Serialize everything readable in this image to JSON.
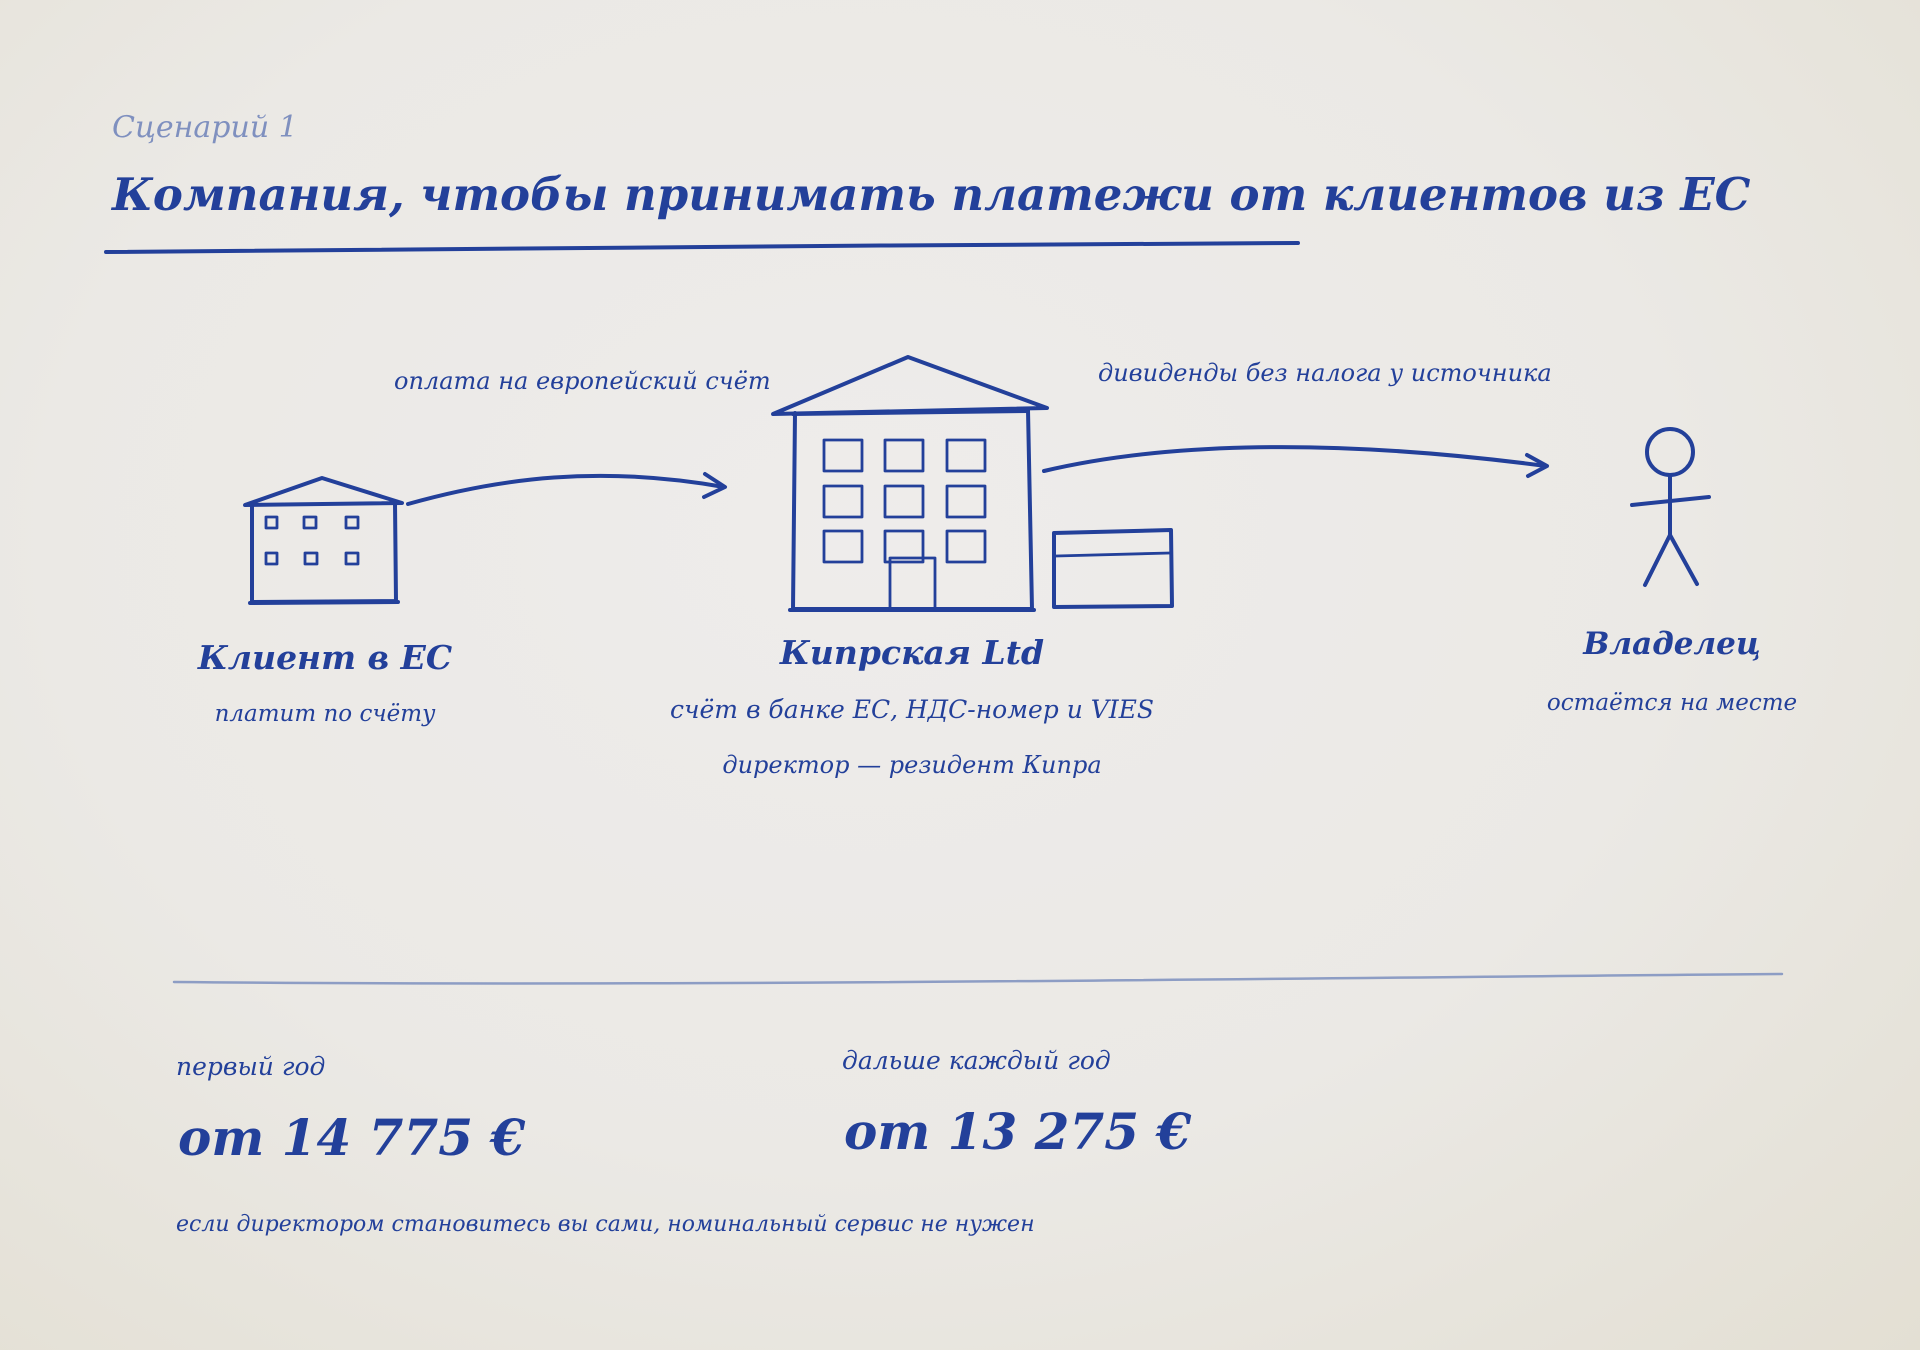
{
  "header": {
    "scenario_label": "Сценарий 1",
    "title": "Компания, чтобы принимать платежи от клиентов из ЕС"
  },
  "diagram": {
    "flow_labels": {
      "payment": "оплата на европейский счёт",
      "dividends": "дивиденды без налога у источника"
    },
    "client": {
      "name": "Клиент в ЕС",
      "note": "платит по счёту",
      "icon": "small-building-icon"
    },
    "company": {
      "name": "Кипрская Ltd",
      "note_1": "счёт в банке ЕС, НДС-номер и VIES",
      "note_2": "директор — резидент Кипра",
      "icon": "office-building-icon"
    },
    "owner": {
      "name": "Владелец",
      "note": "остаётся на месте",
      "icon": "stick-figure-icon"
    },
    "ink_color": "#23409a"
  },
  "pricing": {
    "first_year": {
      "label": "первый год",
      "price": "от 14 775 €"
    },
    "next_years": {
      "label": "дальше каждый год",
      "price": "от 13 275 €"
    },
    "footnote": "если директором становитесь вы сами, номинальный сервис не нужен"
  }
}
